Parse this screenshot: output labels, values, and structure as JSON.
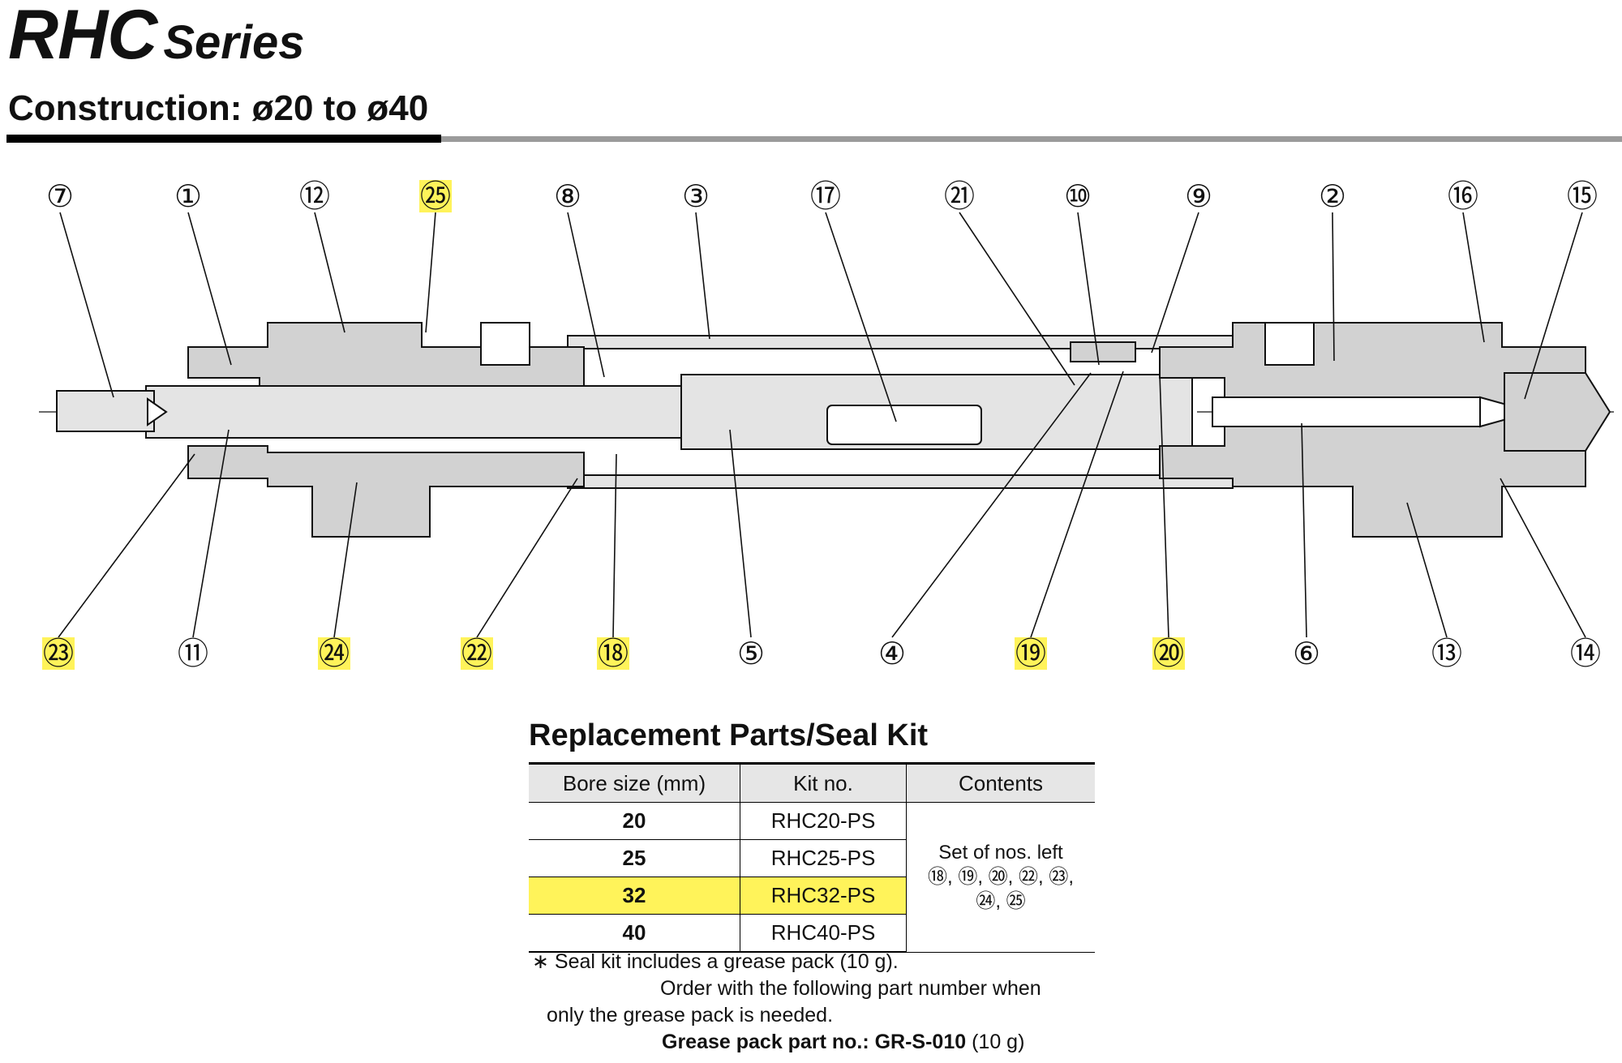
{
  "header": {
    "series_title": "RHC",
    "series_suffix": "Series",
    "subtitle": "Construction: ø20 to ø40"
  },
  "drawing": {
    "top_labels": [
      {
        "num": "⑦",
        "highlight": false
      },
      {
        "num": "①",
        "highlight": false
      },
      {
        "num": "⑫",
        "highlight": false
      },
      {
        "num": "㉕",
        "highlight": true
      },
      {
        "num": "⑧",
        "highlight": false
      },
      {
        "num": "③",
        "highlight": false
      },
      {
        "num": "⑰",
        "highlight": false
      },
      {
        "num": "㉑",
        "highlight": false
      },
      {
        "num": "⑩",
        "highlight": false
      },
      {
        "num": "⑨",
        "highlight": false
      },
      {
        "num": "②",
        "highlight": false
      },
      {
        "num": "⑯",
        "highlight": false
      },
      {
        "num": "⑮",
        "highlight": false
      }
    ],
    "bottom_labels": [
      {
        "num": "㉓",
        "highlight": true
      },
      {
        "num": "⑪",
        "highlight": false
      },
      {
        "num": "㉔",
        "highlight": true
      },
      {
        "num": "㉒",
        "highlight": true
      },
      {
        "num": "⑱",
        "highlight": true
      },
      {
        "num": "⑤",
        "highlight": false
      },
      {
        "num": "④",
        "highlight": false
      },
      {
        "num": "⑲",
        "highlight": true
      },
      {
        "num": "⑳",
        "highlight": true
      },
      {
        "num": "⑥",
        "highlight": false
      },
      {
        "num": "⑬",
        "highlight": false
      },
      {
        "num": "⑭",
        "highlight": false
      }
    ],
    "colors": {
      "part_fill": "#d2d2d2",
      "rod_fill": "#e4e4e4",
      "highlight": "#fff35a",
      "line": "#111111"
    }
  },
  "table": {
    "title": "Replacement Parts/Seal Kit",
    "headers": [
      "Bore size (mm)",
      "Kit no.",
      "Contents"
    ],
    "rows": [
      {
        "bore": "20",
        "kit": "RHC20-PS",
        "highlight": false
      },
      {
        "bore": "25",
        "kit": "RHC25-PS",
        "highlight": false
      },
      {
        "bore": "32",
        "kit": "RHC32-PS",
        "highlight": true
      },
      {
        "bore": "40",
        "kit": "RHC40-PS",
        "highlight": false
      }
    ],
    "contents_line1": "Set of nos. left",
    "contents_line2": "⑱, ⑲, ⑳, ㉒, ㉓,",
    "contents_line3": "㉔, ㉕"
  },
  "notes": {
    "line1": "∗ Seal kit includes a grease pack (10 g).",
    "line2": "Order with the following part number when",
    "line3": "only the grease pack is needed.",
    "line4_bold": "Grease pack part no.: GR-S-010",
    "line4_rest": " (10 g)"
  }
}
